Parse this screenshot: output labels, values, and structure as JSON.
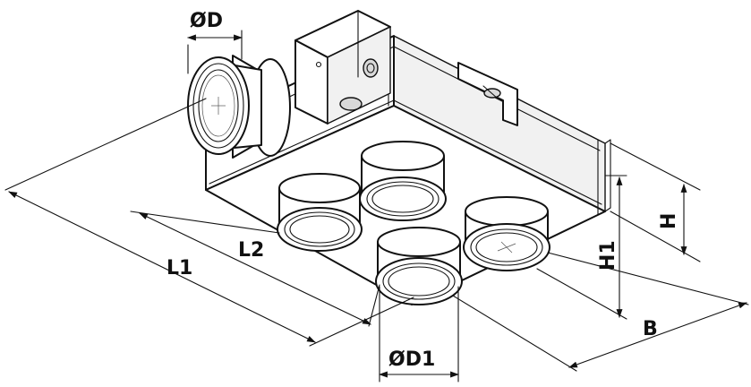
{
  "dimensions": {
    "diameter_d": "ØD",
    "diameter_d1": "ØD1",
    "length_l1": "L1",
    "length_l2": "L2",
    "width_b": "B",
    "height_h": "H",
    "height_h1": "H1"
  },
  "colors": {
    "line": "#111111",
    "background": "#ffffff"
  }
}
